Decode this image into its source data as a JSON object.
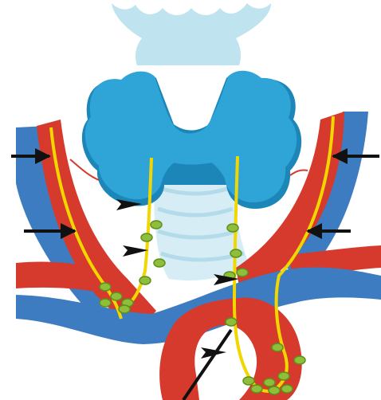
{
  "header": {
    "caption": ""
  },
  "palette": {
    "vein": "#3d7cc0",
    "artery": "#d63a2c",
    "nerve": "#f2d600",
    "nerve_outline": "#c9a800",
    "thyroid": "#2fa4d6",
    "thyroid_shadow": "#1d86b8",
    "larynx": "#bfe3ef",
    "trachea": "#d6edf5",
    "trachea_ring": "#b3dbea",
    "lymph_node": "#8fbf3a",
    "lymph_node_outline": "#5e8f1d",
    "arrow": "#111111"
  },
  "structures": [
    {
      "name": "larynx",
      "shown": true
    },
    {
      "name": "thyroid-gland",
      "lobes": 2,
      "shown": true
    },
    {
      "name": "trachea",
      "shown": true
    },
    {
      "name": "carotid-artery",
      "count": 2,
      "shown": true
    },
    {
      "name": "jugular-vein",
      "count": 2,
      "shown": true
    },
    {
      "name": "recurrent-laryngeal-nerve",
      "count": 2,
      "shown": true
    },
    {
      "name": "vagus-nerve",
      "count": 2,
      "shown": true
    },
    {
      "name": "lymph-node",
      "shown": true
    }
  ],
  "markers": [
    {
      "id": "arrow-left-upper",
      "style": "arrow",
      "direction": "right"
    },
    {
      "id": "arrow-left-lower",
      "style": "arrow",
      "direction": "right"
    },
    {
      "id": "arrow-right-upper",
      "style": "arrow",
      "direction": "left"
    },
    {
      "id": "arrow-right-lower",
      "style": "arrow",
      "direction": "left"
    },
    {
      "id": "arrowhead-left-top",
      "style": "arrowhead",
      "direction": "right"
    },
    {
      "id": "arrowhead-left-mid",
      "style": "arrowhead",
      "direction": "right"
    },
    {
      "id": "arrowhead-right-mid",
      "style": "arrowhead",
      "direction": "right"
    },
    {
      "id": "arrowhead-bottom",
      "style": "arrowhead",
      "direction": "right"
    },
    {
      "id": "pointer-line",
      "style": "line"
    }
  ]
}
